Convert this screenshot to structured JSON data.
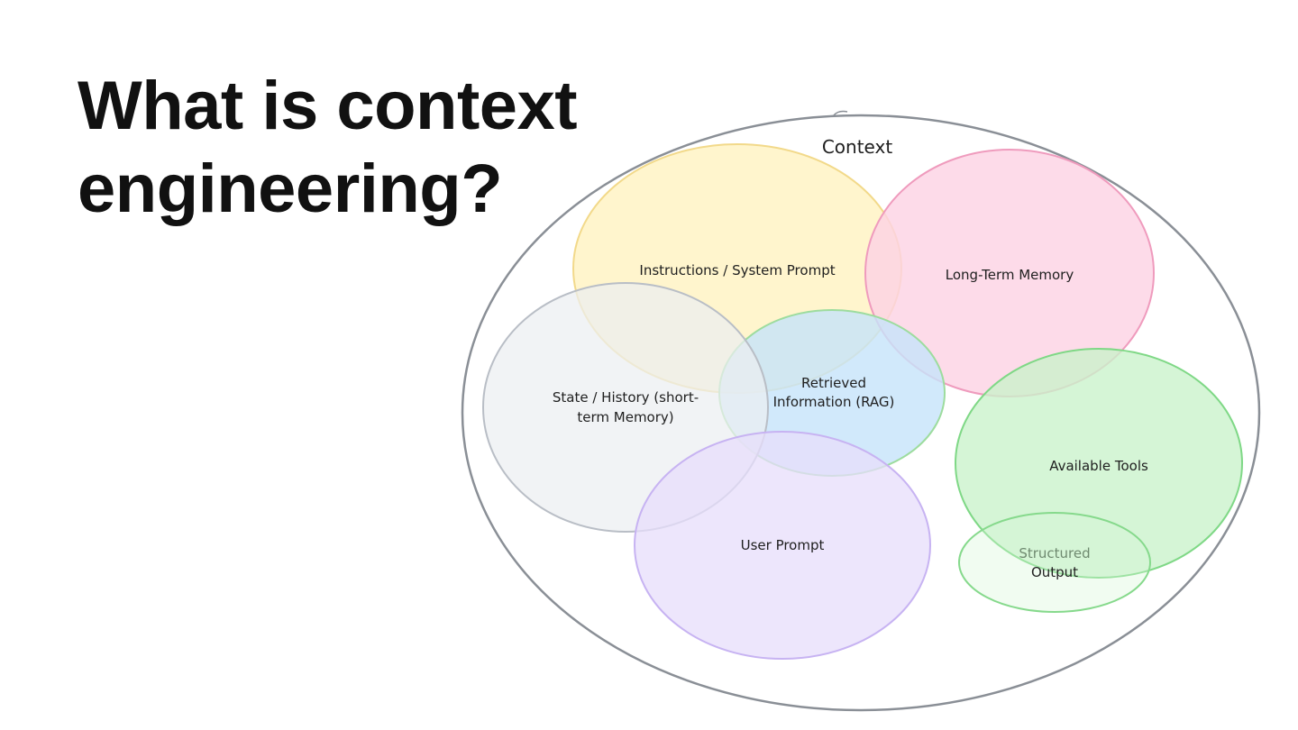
{
  "slide": {
    "title_lines": [
      "What is context",
      "engineering?"
    ]
  },
  "diagram": {
    "context_label": "Context",
    "instructions_label": "Instructions / System Prompt",
    "long_term_memory_label": "Long-Term Memory",
    "state_history_label_line1": "State / History (short-",
    "state_history_label_line2": "term Memory)",
    "rag_label_line1": "Retrieved",
    "rag_label_line2": "Information (RAG)",
    "available_tools_label": "Available Tools",
    "user_prompt_label": "User Prompt",
    "structured_output_label_line1": "Structured",
    "structured_output_label_line2": "Output"
  },
  "colors": {
    "context_outline": "#8a8f96",
    "instructions_fill": "#fff3c4",
    "instructions_stroke": "#f2d98a",
    "long_term_memory_fill": "#fcd3e4",
    "long_term_memory_stroke": "#ef9bbd",
    "state_history_fill": "#eceef1",
    "state_history_stroke": "#b9bec6",
    "rag_fill": "#c6e4fa",
    "rag_stroke": "#9ddc9e",
    "available_tools_fill": "#c9f2ca",
    "available_tools_stroke": "#7fd886",
    "user_prompt_fill": "#e7defb",
    "user_prompt_stroke": "#c7b3f2",
    "structured_output_stroke": "#86d98c"
  }
}
